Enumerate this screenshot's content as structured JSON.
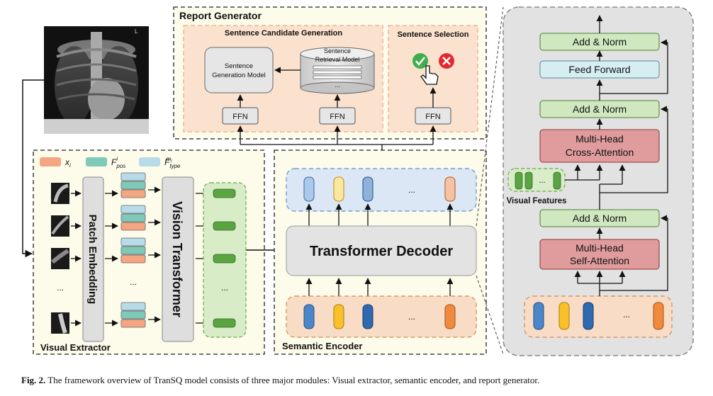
{
  "report_generator": {
    "title": "Report Generator",
    "candidate_title": "Sentence Candidate Generation",
    "selection_title": "Sentence Selection",
    "generation_model": [
      "Sentence",
      "Generation Model"
    ],
    "retrieval_model": [
      "Sentence",
      "Retrieval Model"
    ],
    "ffn": "FFN",
    "dots": "..."
  },
  "visual_extractor": {
    "title": "Visual Extractor",
    "legend": [
      {
        "symbol": "x",
        "sub": "i",
        "sup": "",
        "color": "#f4a582"
      },
      {
        "symbol": "F",
        "sub": "pos",
        "sup": "i",
        "color": "#7fc9b8"
      },
      {
        "symbol": "F",
        "sub": "type",
        "sup": "m_i",
        "color": "#b8dbea"
      }
    ],
    "patch_embedding": "Patch Embedding",
    "vision_transformer": "Vision Transformer",
    "dots": "..."
  },
  "semantic_encoder": {
    "title": "Semantic Encoder",
    "transformer_decoder": "Transformer Decoder",
    "dots": "..."
  },
  "decoder_block": {
    "add_norm": "Add & Norm",
    "feed_forward": "Feed Forward",
    "cross_attention": [
      "Multi-Head",
      "Cross-Attention"
    ],
    "self_attention": [
      "Multi-Head",
      "Self-Attention"
    ],
    "visual_features": "Visual Features",
    "dots": "..."
  },
  "caption": {
    "prefix": "Fig. 2.",
    "text": "The framework overview of TranSQ model consists of three major modules: Visual extractor, semantic encoder, and report generator."
  },
  "colors": {
    "orange_token": "#f08a3c",
    "yellow_token": "#f9c02a",
    "blue_token": "#4a86c8",
    "dark_blue_token": "#2f69b0",
    "green_token": "#5aa542",
    "add_norm_fill": "#cfe8c0",
    "attention_fill": "#e09c9c",
    "feed_forward_fill": "#d6eef2"
  }
}
